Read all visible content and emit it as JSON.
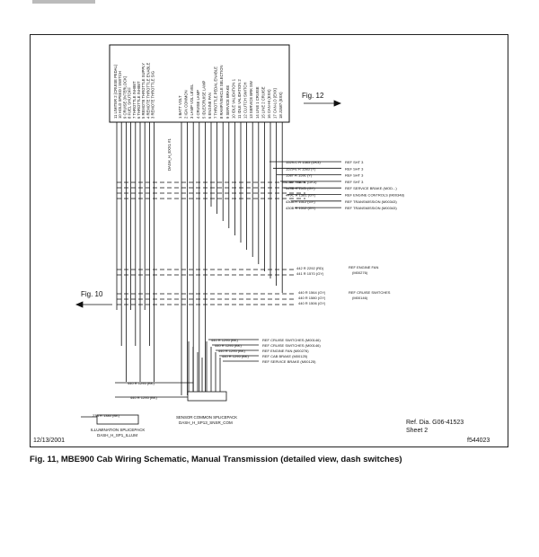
{
  "figure": {
    "date": "12/13/2001",
    "ref_dia": "Ref. Dia. G06-41523",
    "sheet": "Sheet 2",
    "code": "f544023",
    "caption": "Fig. 11, MBE900 Cab Wiring Schematic, Manual Transmission (detailed view, dash switches)",
    "fig12_label": "Fig. 12",
    "fig10_label": "Fig. 10"
  },
  "connector": {
    "left_group": [
      "11 LIMITER 2 (CRUISE PEDAL)",
      "10 HOLD SPEED / SWITCH",
      "9 CRUISE (INTERLOCK)",
      "8 FUEL SHUTOFF",
      "7 THROTTLE INHIBIT",
      "6 THROTTLE INHIBIT",
      "5 REMOTE THROTTLE SUPPLY",
      "4 REMOTE THROTTLE ENABLE",
      "3 REMOTE THROTTLE SIG"
    ],
    "mid_label": "DASH_H_EXX1 #1",
    "right_group": [
      "1 BATT VOLT",
      "2 IGN COMMON",
      "3 LAMP VOL LEVEL",
      "4 CRUISE LAMP",
      "5 IDLE/CRUISE LAMP",
      "6 ENGINE FAN",
      "7 THROTTLE PEDAL ENABLE",
      "8 RAMP/VEHICLE SELECTION",
      "9 SERVICE BRAKE",
      "10 IDLE VALIDATION 1",
      "11 IDLE VALIDATION 2",
      "12 CLUTCH SWITCH",
      "13 SERVICE BRK SW",
      "14 LINE 1 CRUISE",
      "15 LINE 2 CRUISE",
      "16 CAN-HI (EXX)",
      "17 CAN-LO (EXX)",
      "18 J1587 (EXX)"
    ]
  },
  "wires_right": [
    {
      "text": "1529-C R 1583 (DK3)",
      "ref": "REF SHT 3"
    },
    {
      "text": "1529-E R 1583 (Y)",
      "ref": "REF SHT 3"
    },
    {
      "text": "1587 R 1591 (Y)",
      "ref": "REF SHT 3"
    },
    {
      "text": "1587 R 1591 (DK3)",
      "ref": "REF SHT 3"
    },
    {
      "text": "449B R 1511 (GY)",
      "ref": "REF SERVICE BRAKE (MOD...)"
    },
    {
      "text": "449C R 1581 (GY)",
      "ref": "REF ENGINE CONTROLS (M00348)"
    },
    {
      "text": "430A R 1512 (GY)",
      "ref": "REF TRANSMISSION (M00343)"
    },
    {
      "text": "430B R 1512 (GY)",
      "ref": "REF TRANSMISSION (M00343)"
    }
  ],
  "fan_group": {
    "wires": [
      "442 R 2292 (RD)",
      "441 R 1570 (GY)"
    ],
    "ref": "REF ENGINE FAN",
    "mod": "(M00276)"
  },
  "switch_group": {
    "wires": [
      "440 R 1564 (GY)",
      "440 R 1580 (GY)",
      "440 R 1506 (GY)"
    ],
    "ref": "REF CRUISE SWITCHES",
    "mod": "(M00146)"
  },
  "lower_refs": [
    {
      "text": "440 R 1295 (BK)",
      "ref": "REF CRUISE SWITCHES (M00146)"
    },
    {
      "text": "440 R 1295 (BK)",
      "ref": "REF CRUISE SWITCHES (M00146)"
    },
    {
      "text": "440 R 1295 (BK)",
      "ref": "REF ENGINE FAN (M00276)"
    },
    {
      "text": "440 R 1295 (BK)",
      "ref": "REF CAB BRAKE (M00125)"
    },
    {
      "text": "",
      "ref": "REF SERVICE BRAKE (M00125)"
    }
  ],
  "bottom_wires": [
    "440 R 1295 (BK)",
    "440 R 1295 (BK)",
    "23A R 1384 (BK)"
  ],
  "splice_right": {
    "line1": "SENSOR COMMON SPLICEPACK",
    "line2": "DASH_H_SP13_SNSR_COM"
  },
  "splice_left": {
    "line1": "ILLUMINATION SPLICEPACK",
    "line2": "DASH_H_SP1_ILLUM"
  },
  "colors": {
    "line": "#111111",
    "background": "#ffffff"
  }
}
